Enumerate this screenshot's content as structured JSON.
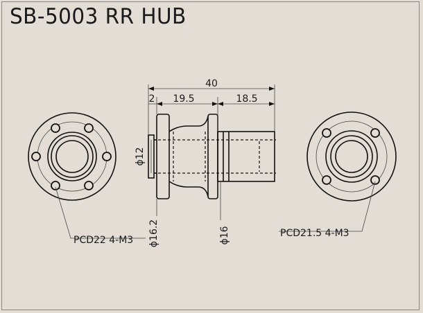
{
  "drawing": {
    "title": "SB-5003 RR HUB",
    "dimensions": {
      "overall_length": "40",
      "flange_thickness": "2",
      "flange_spacing": "19.5",
      "sleeve_length": "18.5",
      "bore_diameter": "ϕ12",
      "flange_diameter": "ϕ16.2",
      "sleeve_diameter": "ϕ16"
    },
    "callouts": {
      "left_flange": "PCD22 4-M3",
      "right_flange": "PCD21.5 4-M3"
    }
  }
}
